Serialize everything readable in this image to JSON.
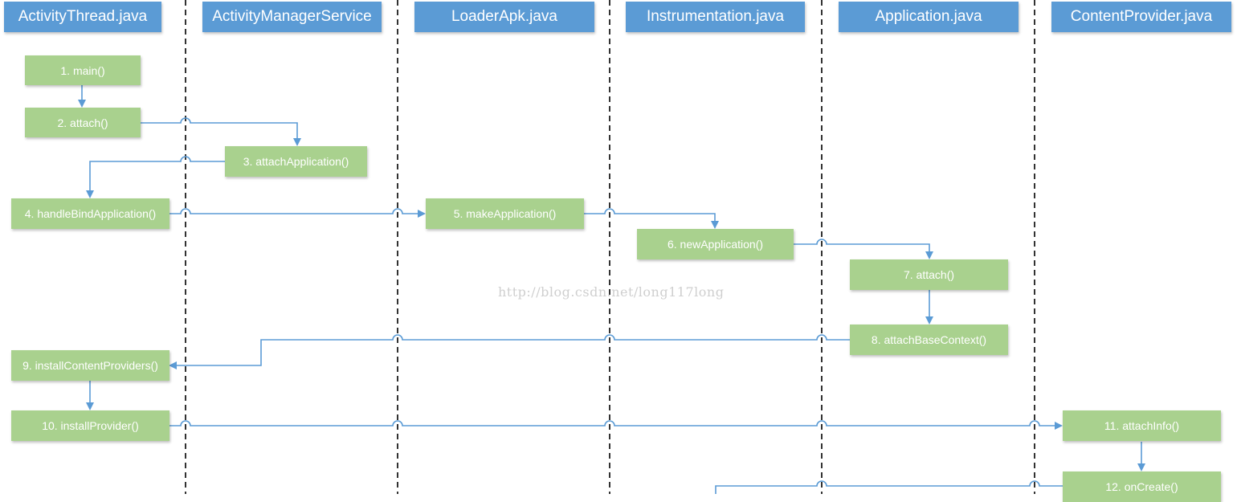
{
  "columns": [
    {
      "label": "ActivityThread.java"
    },
    {
      "label": "ActivityManagerService"
    },
    {
      "label": "LoaderApk.java"
    },
    {
      "label": "Instrumentation.java"
    },
    {
      "label": "Application.java"
    },
    {
      "label": "ContentProvider.java"
    }
  ],
  "steps": [
    {
      "label": "1. main()"
    },
    {
      "label": "2. attach()"
    },
    {
      "label": "3. attachApplication()"
    },
    {
      "label": "4. handleBindApplication()"
    },
    {
      "label": "5. makeApplication()"
    },
    {
      "label": "6. newApplication()"
    },
    {
      "label": "7. attach()"
    },
    {
      "label": "8. attachBaseContext()"
    },
    {
      "label": "9. installContentProviders()"
    },
    {
      "label": "10. installProvider()"
    },
    {
      "label": "11. attachInfo()"
    },
    {
      "label": "12. onCreate()"
    }
  ],
  "watermark": "http://blog.csdn.net/long117long",
  "colors": {
    "header": "#5b9bd5",
    "step": "#a9d18e",
    "arrow": "#5b9bd5",
    "lifeline": "#000000"
  }
}
